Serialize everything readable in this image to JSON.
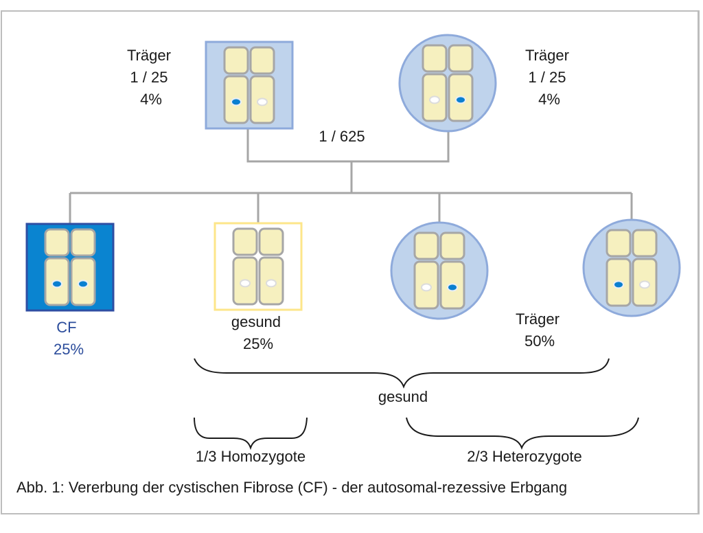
{
  "figure": {
    "caption": "Abb. 1: Vererbung der cystischen Fibrose (CF) - der autosomal-rezessive Erbgang",
    "parents_probability": "1 / 625",
    "colors": {
      "connector": "#a6a6a6",
      "carrier_fill": "#bfd3ec",
      "carrier_border": "#8eaadb",
      "cf_fill": "#0a84d0",
      "cf_border": "#2f4ea3",
      "healthy_fill": "#ffffff",
      "healthy_border": "#fde68a",
      "chromosome_fill": "#f6f0bf",
      "chromosome_border": "#a6a6a6",
      "allele_mutant": "#0a7fd0",
      "allele_normal": "#ffffff",
      "cf_text": "#2b4c9b"
    },
    "parents": [
      {
        "id": "father",
        "shape": "square",
        "status": "carrier",
        "alleles": [
          "mutant",
          "normal"
        ],
        "label_lines": [
          "Träger",
          "1 / 25",
          "4%"
        ]
      },
      {
        "id": "mother",
        "shape": "circle",
        "status": "carrier",
        "alleles": [
          "normal",
          "mutant"
        ],
        "label_lines": [
          "Träger",
          "1 / 25",
          "4%"
        ]
      }
    ],
    "children": [
      {
        "id": "child-cf",
        "shape": "square",
        "status": "affected",
        "alleles": [
          "mutant",
          "mutant"
        ],
        "label_lines": [
          "CF",
          "25%"
        ]
      },
      {
        "id": "child-healthy",
        "shape": "square",
        "status": "healthy",
        "alleles": [
          "normal",
          "normal"
        ],
        "label_lines": [
          "gesund",
          "25%"
        ]
      },
      {
        "id": "child-carrier-1",
        "shape": "circle",
        "status": "carrier",
        "alleles": [
          "normal",
          "mutant"
        ],
        "label_lines": []
      },
      {
        "id": "child-carrier-2",
        "shape": "circle",
        "status": "carrier",
        "alleles": [
          "mutant",
          "normal"
        ],
        "label_lines": []
      }
    ],
    "carrier_children_label": [
      "Träger",
      "50%"
    ],
    "brace_healthy_label": "gesund",
    "brace_homozygote_label": "1/3 Homozygote",
    "brace_heterozygote_label": "2/3 Heterozygote"
  }
}
